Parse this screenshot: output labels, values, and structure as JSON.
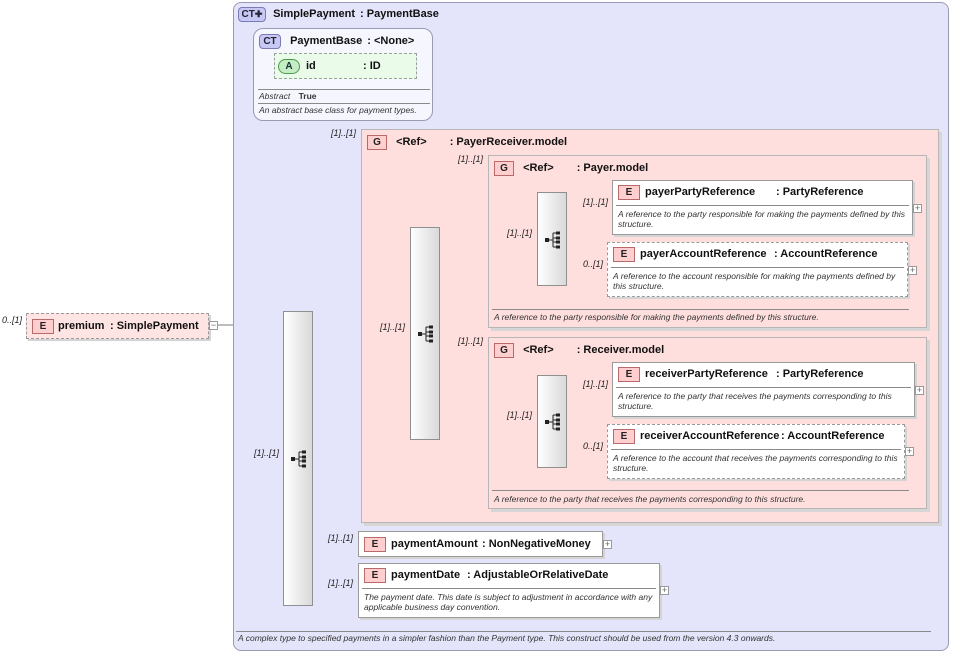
{
  "simplePayment": {
    "badge": "CT",
    "name": "SimplePayment",
    "base": ": PaymentBase",
    "doc": "A complex type to specified payments in a simpler fashion than the Payment type. This construct should be used from the version 4.3 onwards."
  },
  "paymentBase": {
    "badge": "CT",
    "name": "PaymentBase",
    "base": ": <None>",
    "attr_badge": "A",
    "attr_name": "id",
    "attr_type": ": ID",
    "abstract_label": "Abstract",
    "abstract_value": "True",
    "doc": "An abstract base class for payment types."
  },
  "premium": {
    "badge": "E",
    "name": "premium",
    "type": ": SimplePayment",
    "card": "0..[1]"
  },
  "payerReceiver": {
    "badge": "G",
    "ref": "<Ref>",
    "name": ": PayerReceiver.model",
    "card": "[1]..[1]"
  },
  "payer": {
    "badge": "G",
    "ref": "<Ref>",
    "name": ": Payer.model",
    "card": "[1]..[1]",
    "doc": "A reference to the party responsible for making the payments defined by this structure."
  },
  "payerPartyReference": {
    "badge": "E",
    "name": "payerPartyReference",
    "type": ": PartyReference",
    "card": "[1]..[1]",
    "doc": "A reference to the party responsible for making the payments defined by this structure."
  },
  "payerAccountReference": {
    "badge": "E",
    "name": "payerAccountReference",
    "type": ": AccountReference",
    "card": "0..[1]",
    "doc": "A reference to the account responsible for making the payments defined by this structure."
  },
  "receiver": {
    "badge": "G",
    "ref": "<Ref>",
    "name": ": Receiver.model",
    "card": "[1]..[1]",
    "doc": "A reference to the party that receives the payments corresponding to this structure."
  },
  "receiverPartyReference": {
    "badge": "E",
    "name": "receiverPartyReference",
    "type": ": PartyReference",
    "card": "[1]..[1]",
    "doc": "A reference to the party that receives the payments corresponding to this structure."
  },
  "receiverAccountReference": {
    "badge": "E",
    "name": "receiverAccountReference",
    "type": ": AccountReference",
    "card": "0..[1]",
    "doc": "A reference to the account that receives the payments corresponding to this structure."
  },
  "paymentAmount": {
    "badge": "E",
    "name": "paymentAmount",
    "type": ": NonNegativeMoney",
    "card": "[1]..[1]"
  },
  "paymentDate": {
    "badge": "E",
    "name": "paymentDate",
    "type": ": AdjustableOrRelativeDate",
    "card": "[1]..[1]",
    "doc": "The payment date. This date is subject to adjustment in accordance with any applicable business day convention."
  },
  "sequences": {
    "main_card": "[1]..[1]",
    "payerReceiver_card": "[1]..[1]",
    "payer_card": "[1]..[1]",
    "receiver_card": "[1]..[1]"
  },
  "icons": {
    "expand": "+",
    "collapse": "−",
    "sequence": "sequence-icon"
  },
  "colors": {
    "complexType": "#e4e4fa",
    "group": "#ffdede",
    "elementBadge": "#ffcfcf",
    "attributeBadge": "#c6ecc6"
  }
}
